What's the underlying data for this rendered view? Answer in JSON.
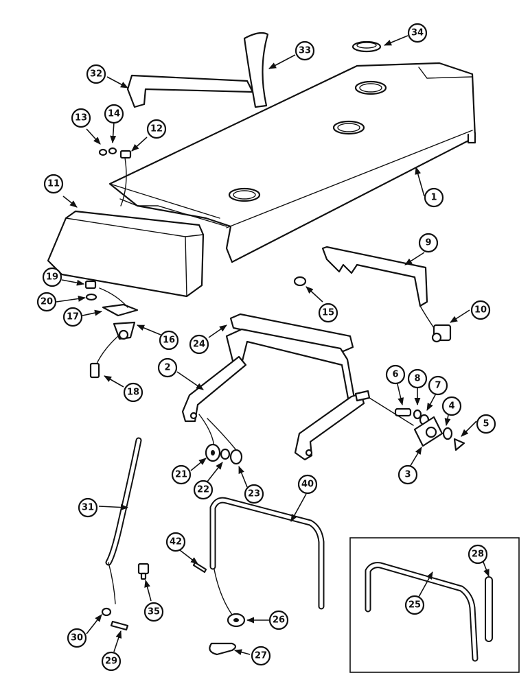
{
  "callouts": [
    "1",
    "2",
    "3",
    "4",
    "5",
    "6",
    "7",
    "8",
    "9",
    "10",
    "11",
    "12",
    "13",
    "14",
    "15",
    "16",
    "17",
    "18",
    "19",
    "20",
    "21",
    "22",
    "23",
    "24",
    "25",
    "26",
    "27",
    "28",
    "29",
    "30",
    "31",
    "32",
    "33",
    "34",
    "35",
    "40",
    "42"
  ]
}
